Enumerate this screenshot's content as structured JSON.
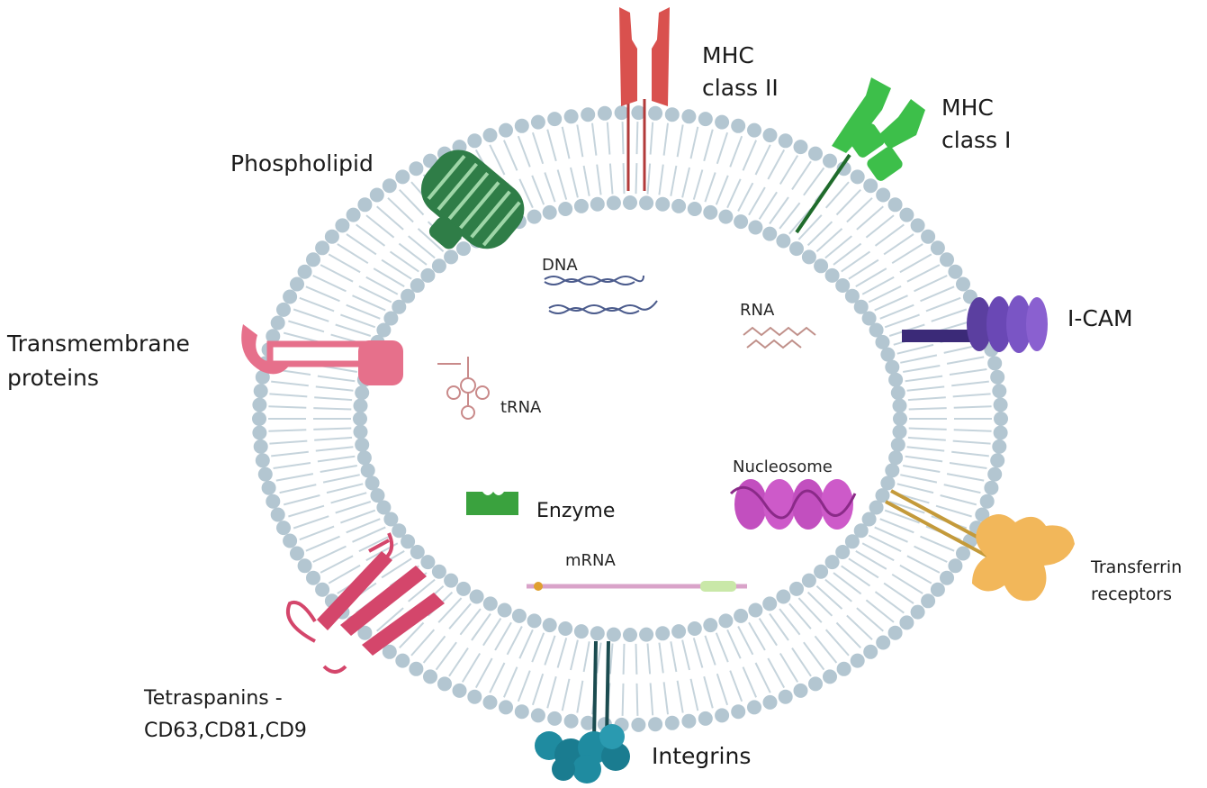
{
  "labels": {
    "mhc2": [
      "MHC",
      "class II"
    ],
    "mhc1": [
      "MHC",
      "class I"
    ],
    "phospholipid": "Phospholipid",
    "icam": "I-CAM",
    "transmembrane": [
      "Transmembrane",
      "proteins"
    ],
    "transferrin": [
      "Transferrin",
      "receptors"
    ],
    "tetraspanins": [
      "Tetraspanins -",
      "CD63,CD81,CD9"
    ],
    "integrins": "Integrins",
    "dna": "DNA",
    "rna": "RNA",
    "trna": "tRNA",
    "enzyme": "Enzyme",
    "nucleosome": "Nucleosome",
    "mrna": "mRNA"
  },
  "colors": {
    "membrane_head": "#b3c6d1",
    "membrane_tail": "#c6d4dc",
    "mhc2": "#d9514e",
    "mhc1": "#3dbf4a",
    "phospholipid_protein": "#2f7d47",
    "icam": "#5b3fa0",
    "transmembrane": "#e6708b",
    "transferrin": "#f2b75a",
    "tetraspanins": "#d4466b",
    "integrins": "#1f8ba0",
    "dna": "#4b5b8c",
    "rna": "#c0908a",
    "trna": "#c98a8a",
    "enzyme": "#3aa23e",
    "nucleosome": "#c24fbf",
    "mrna": "#d9a3c9"
  }
}
